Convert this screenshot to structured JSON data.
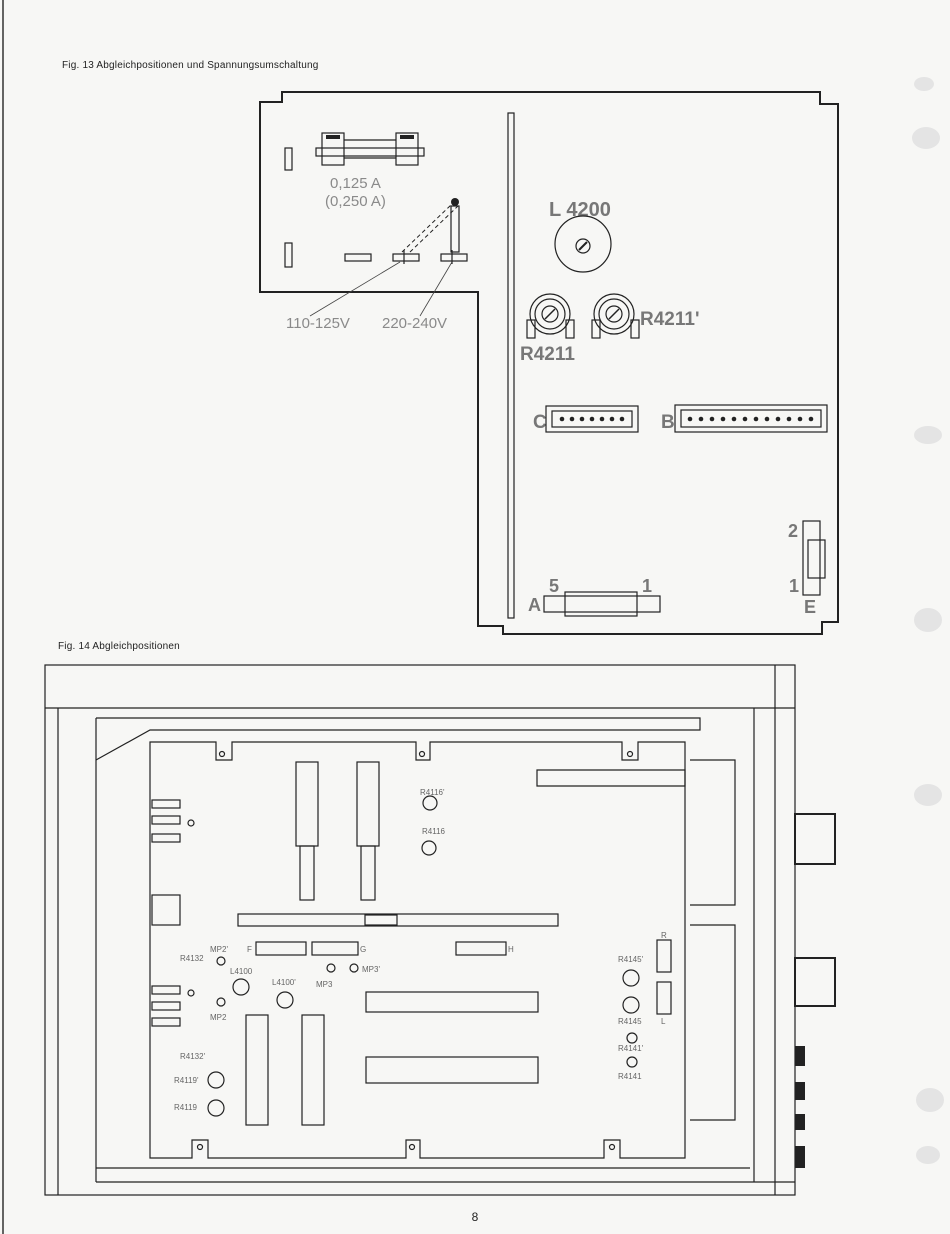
{
  "fig13": {
    "caption": "Fig. 13 Abgleichpositionen und Spannungsumschaltung",
    "fuse_label_1": "0,125 A",
    "fuse_label_2": "(0,250 A)",
    "voltage_low": "110-125V",
    "voltage_high": "220-240V",
    "coil": "L 4200",
    "pot_left": "R4211",
    "pot_right": "R4211'",
    "connector_c": "C",
    "connector_b": "B",
    "connector_a": "A",
    "connector_e": "E",
    "a_pin_5": "5",
    "a_pin_1": "1",
    "e_pin_2": "2",
    "e_pin_1": "1"
  },
  "fig14": {
    "caption": "Fig. 14 Abgleichpositionen",
    "labels": {
      "r4116p": "R4116'",
      "r4116": "R4116",
      "mp2p": "MP2'",
      "r4132": "R4132",
      "l4100": "L4100",
      "l4100p": "L4100'",
      "mp3": "MP3",
      "mp3p": "MP3'",
      "mp2": "MP2",
      "r4132p": "R4132'",
      "r4119p": "R4119'",
      "r4119": "R4119",
      "f": "F",
      "g": "G",
      "h": "H",
      "r": "R",
      "l": "L",
      "r4145p": "R4145'",
      "r4145": "R4145",
      "r4141p": "R4141'",
      "r4141": "R4141"
    }
  },
  "page_number": "8"
}
